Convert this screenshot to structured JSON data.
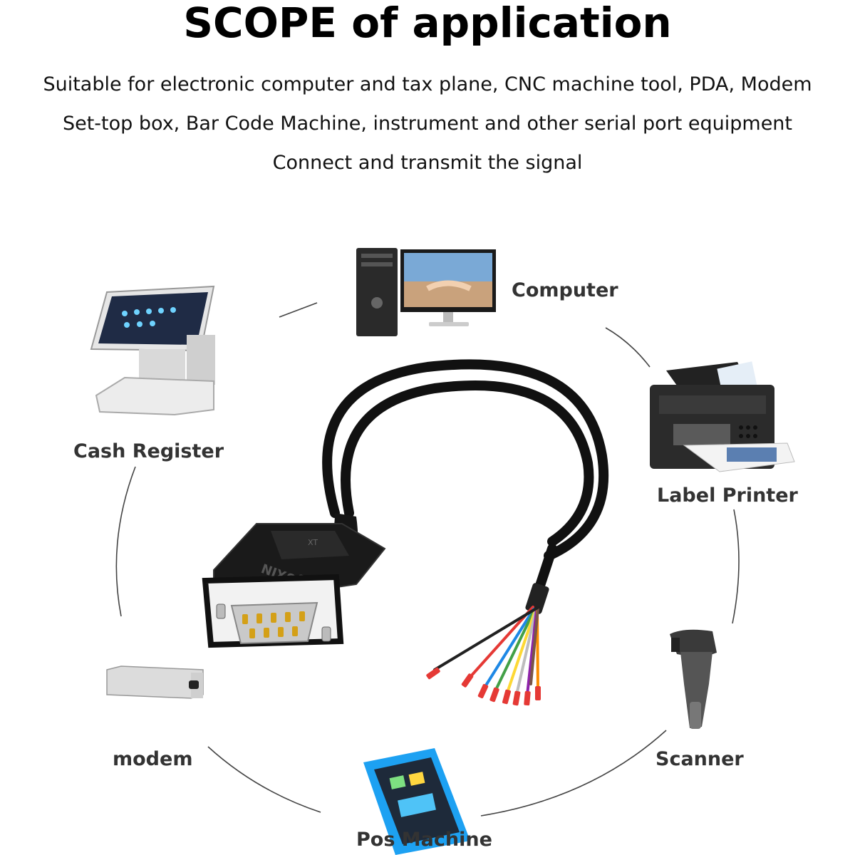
{
  "header": {
    "title": "SCOPE of application",
    "line1": "Suitable for electronic computer and tax plane, CNC machine tool, PDA, Modem",
    "line2": "Set-top box, Bar Code Machine, instrument and other serial port equipment",
    "line3": "Connect and transmit the signal"
  },
  "devices": {
    "computer": "Computer",
    "cash_register": "Cash Register",
    "label_printer": "Label Printer",
    "modem": "modem",
    "scanner": "Scanner",
    "pos_machine": "Pos Machine"
  },
  "cable": {
    "brand": "JUXIN",
    "logo": "XT"
  },
  "colors": {
    "circle_line": "#444444",
    "cable": "#111111",
    "connector_pins": "#d4a017",
    "wires": [
      "#e53935",
      "#1e88e5",
      "#43a047",
      "#fdd835",
      "#ffffff",
      "#8e24aa",
      "#fb8c00",
      "#795548",
      "#212121"
    ]
  }
}
